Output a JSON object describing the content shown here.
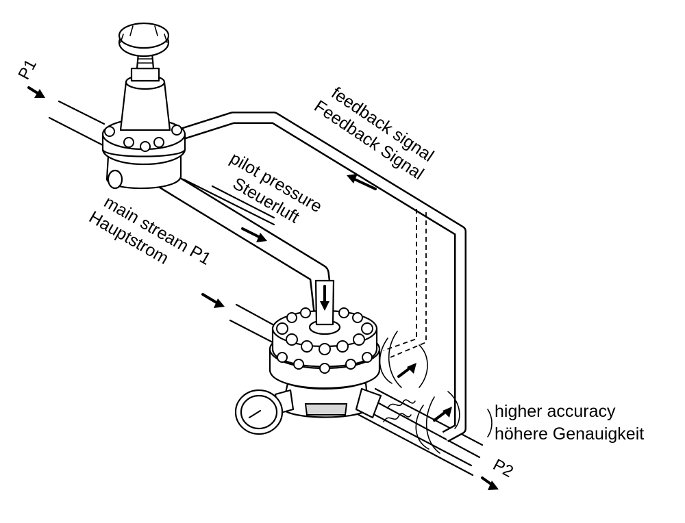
{
  "labels": {
    "p1_inlet": "P1",
    "feedback_en": "feedback signal",
    "feedback_de": "Feedback Signal",
    "pilot_en": "pilot pressure",
    "pilot_de": "Steuerluft",
    "main_en": "main stream P1",
    "main_de": "Hauptstrom",
    "accuracy_en": "higher accuracy",
    "accuracy_de": "höhere Genauigkeit",
    "p2_outlet": "P2"
  }
}
